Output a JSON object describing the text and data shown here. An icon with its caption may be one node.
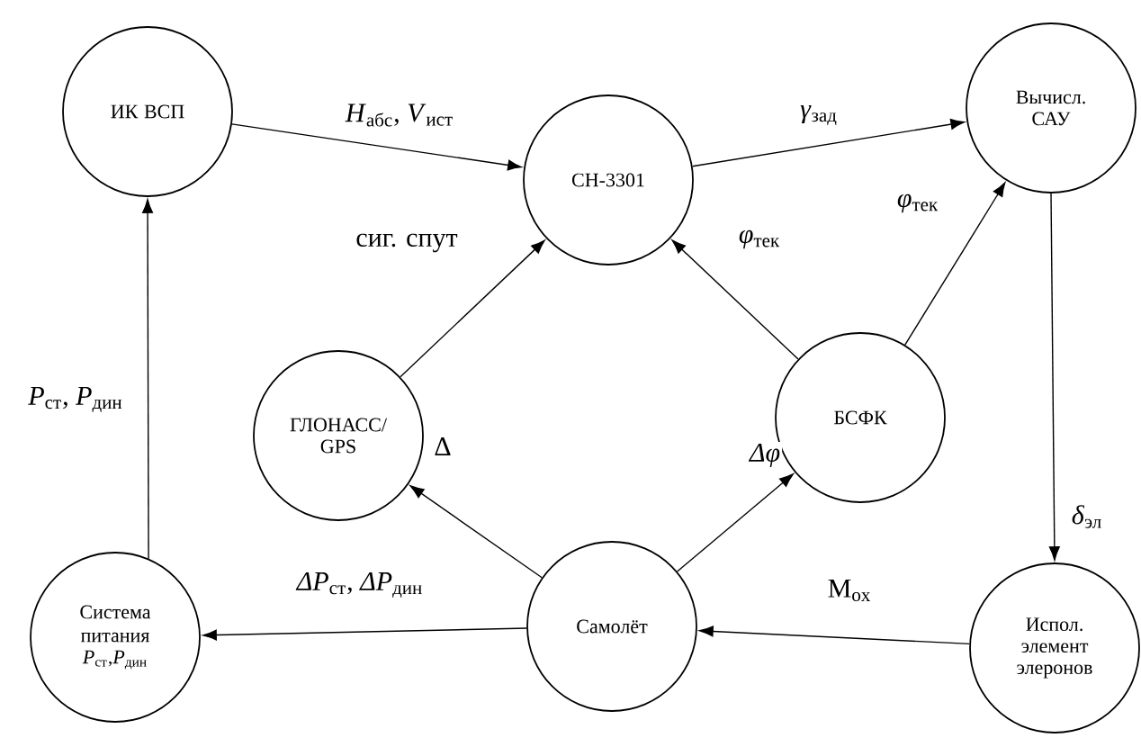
{
  "diagram": {
    "nodes": [
      {
        "text": [
          "ИК ВСП"
        ]
      },
      {
        "text": [
          "СН-3301"
        ]
      },
      {
        "text": [
          "Вычисл. САУ"
        ]
      },
      {
        "text": [
          "ГЛОНАСС/ GPS"
        ]
      },
      {
        "text": [
          "БСФК"
        ]
      },
      {
        "text": [
          "Самолёт"
        ]
      },
      {
        "text": [
          "Система питания",
          "*P*$_{ст}$,*P*$_{дин}$"
        ]
      },
      {
        "text": [
          "Испол. элемент элеронов"
        ]
      }
    ],
    "edges": [
      {
        "from": 0,
        "to": 1,
        "arrow": "to",
        "label": "*H*$_{абс}$, *V*$_{ист}$"
      },
      {
        "from": 3,
        "to": 1,
        "arrow": "to",
        "label": "сиг. спут"
      },
      {
        "from": 1,
        "to": 2,
        "arrow": "to",
        "label": "*γ*$_{зад}$"
      },
      {
        "from": 4,
        "to": 1,
        "arrow": "to",
        "label": "*φ*$_{тек}$"
      },
      {
        "from": 4,
        "to": 2,
        "arrow": "to",
        "label": "*φ*$_{тек}$"
      },
      {
        "from": 2,
        "to": 7,
        "arrow": "to",
        "label": "*δ*$_{эл}$"
      },
      {
        "from": 5,
        "to": 3,
        "arrow": "to",
        "label": "Δ"
      },
      {
        "from": 5,
        "to": 4,
        "arrow": "to",
        "label": "*Δφ*"
      },
      {
        "from": 7,
        "to": 5,
        "arrow": "to",
        "label": "M$_{ox}$"
      },
      {
        "from": 5,
        "to": 6,
        "arrow": "to",
        "label": "*ΔP*$_{ст}$, *ΔP*$_{дин}$"
      },
      {
        "from": 6,
        "to": 0,
        "arrow": "to",
        "label": "*P*$_{ст}$, *P*$_{дин}$"
      }
    ]
  }
}
